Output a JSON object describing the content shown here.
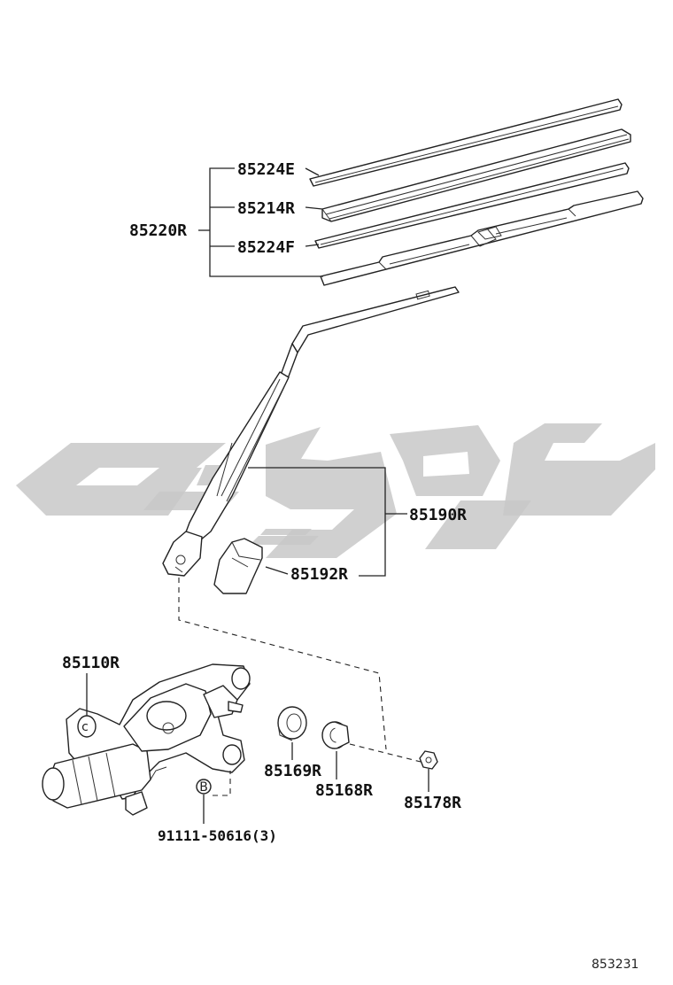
{
  "labels": {
    "insert_e": "85224E",
    "blade_main": "85214R",
    "insert_f": "85224F",
    "blade_assy": "85220R",
    "arm_assy": "85190R",
    "arm_cap": "85192R",
    "motor": "85110R",
    "cushion": "85169R",
    "seal": "85168R",
    "nut": "85178R",
    "bolt": "91111-50616(3)",
    "bolt_callout": "B",
    "cushion_callout": "c"
  },
  "illustration_code": "853231",
  "watermark_color": "#c8c8c8"
}
